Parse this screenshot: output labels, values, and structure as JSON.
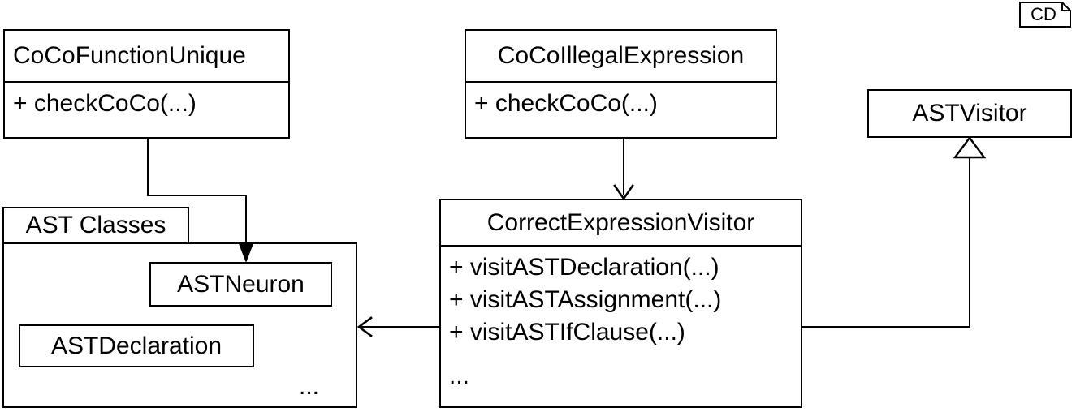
{
  "diagram": {
    "kind_marker": "CD",
    "title": "CD"
  },
  "classes": {
    "coco_function_unique": {
      "name": "CoCoFunctionUnique",
      "operations": [
        "+ checkCoCo(...)"
      ]
    },
    "coco_illegal_expression": {
      "name": "CoCoIllegalExpression",
      "operations": [
        "+ checkCoCo(...)"
      ]
    },
    "correct_expression_visitor": {
      "name": "CorrectExpressionVisitor",
      "operations": [
        "+ visitASTDeclaration(...)",
        "+ visitASTAssignment(...)",
        "+ visitASTIfClause(...)",
        "..."
      ]
    },
    "ast_visitor": {
      "name": "ASTVisitor"
    },
    "ast_neuron": {
      "name": "ASTNeuron"
    },
    "ast_declaration": {
      "name": "ASTDeclaration"
    }
  },
  "package": {
    "name": "AST Classes",
    "more_indicator": "..."
  },
  "relations": [
    {
      "id": "cocofunctionunique-to-astneuron",
      "from": "CoCoFunctionUnique",
      "to": "ASTNeuron",
      "style": "solid",
      "arrowhead": "filled-arrow"
    },
    {
      "id": "cocoillegalexpression-to-correctexpressionvisitor",
      "from": "CoCoIllegalExpression",
      "to": "CorrectExpressionVisitor",
      "style": "solid",
      "arrowhead": "open-arrow"
    },
    {
      "id": "correctexpressionvisitor-to-astclasses",
      "from": "CorrectExpressionVisitor",
      "to": "AST Classes",
      "style": "solid",
      "arrowhead": "open-arrow"
    },
    {
      "id": "correctexpressionvisitor-to-astvisitor",
      "from": "CorrectExpressionVisitor",
      "to": "ASTVisitor",
      "style": "solid",
      "arrowhead": "hollow-triangle"
    }
  ],
  "colors": {
    "stroke": "#000000",
    "fill": "#ffffff"
  }
}
